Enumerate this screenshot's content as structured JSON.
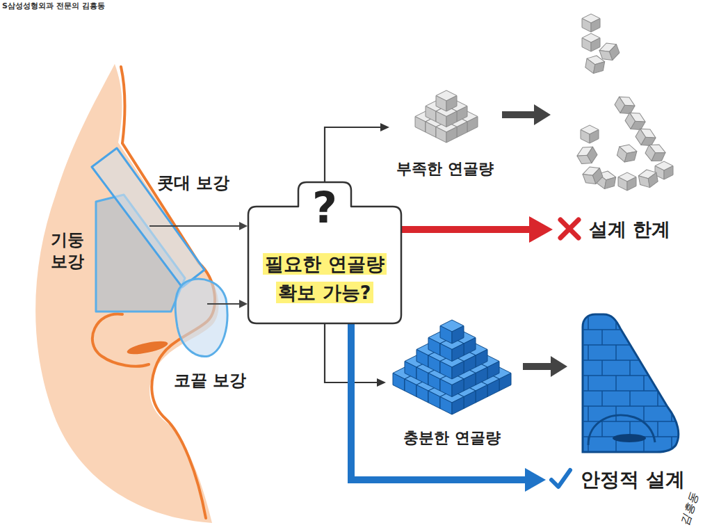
{
  "diagram": {
    "nodes": [
      {
        "text": [
          "?",
          "필요한 연골량 확보 가능?"
        ]
      },
      {
        "text": [
          "부족한 연골량"
        ]
      },
      {
        "text": [
          "설계 한계"
        ]
      },
      {
        "text": [
          "충분한 연골량"
        ]
      },
      {
        "text": [
          "안정적 설계"
        ]
      }
    ],
    "edges": [
      {
        "from": 0,
        "to": 1,
        "arrow": "to"
      },
      {
        "from": 0,
        "to": 2,
        "arrow": "to"
      },
      {
        "from": 0,
        "to": 3,
        "arrow": "to"
      },
      {
        "from": 0,
        "to": 4,
        "arrow": "to"
      }
    ],
    "labels": [
      "S삼성성형외과 전문의 김흥동",
      "콧대 보강",
      "기둥 보강",
      "코끝 보강",
      "김흥동"
    ]
  }
}
